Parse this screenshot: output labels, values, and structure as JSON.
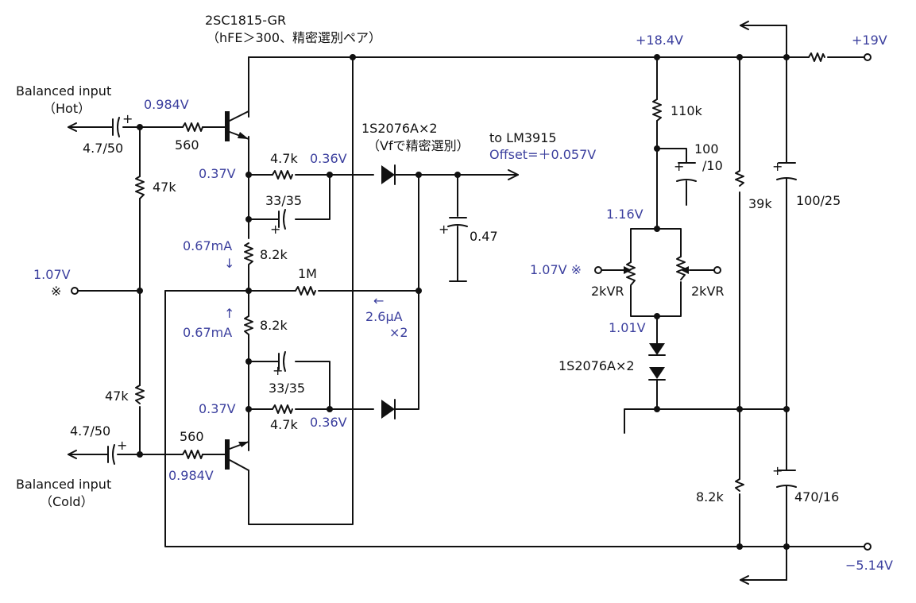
{
  "transistor": {
    "part": "2SC1815-GR",
    "note": "（hFE＞300、精密選別ペア）"
  },
  "inputs": {
    "hot_line1": "Balanced input",
    "hot_line2": "（Hot）",
    "cold_line1": "Balanced input",
    "cold_line2": "（Cold）"
  },
  "components": {
    "c_in_hot": "4.7/50",
    "c_in_cold": "4.7/50",
    "r_base_hot": "560",
    "r_base_cold": "560",
    "r_bias_top": "47k",
    "r_bias_bot": "47k",
    "r_em_hot": "4.7k",
    "r_em_cold": "4.7k",
    "c_em_hot": "33/35",
    "c_em_cold": "33/35",
    "r_tail_top": "8.2k",
    "r_tail_bot": "8.2k",
    "r_fb": "1M",
    "diodes": "1S2076A×2",
    "diodes_note": "（Vfで精密選別）",
    "c_out": "0.47",
    "r_div_top": "110k",
    "c_div_1": "100",
    "c_div_2": "/10",
    "vr_left": "2kVR",
    "vr_right": "2kVR",
    "ref_diodes": "1S2076A×2",
    "r_39k": "39k",
    "c_100_25": "100/25",
    "r_8k2_neg": "8.2k",
    "c_470_16": "470/16"
  },
  "output": {
    "to": "to LM3915",
    "offset": "Offset=＋0.057V"
  },
  "values": {
    "v_base_hot": "0.984V",
    "v_base_cold": "0.984V",
    "v_em_hot": "0.37V",
    "v_em_cold": "0.37V",
    "v_out_hot": "0.36V",
    "v_out_cold": "0.36V",
    "i_top": "0.67mA",
    "i_top_arrow": "↓",
    "i_bot": "0.67mA",
    "i_bot_arrow": "↑",
    "v_ref_in": "1.07V",
    "ref_mark": "※",
    "v_ref_vr": "1.07V ※",
    "i_fb_arrow": "←",
    "i_fb": "2.6μA",
    "i_fb_mult": "×2",
    "v_supply_pos": "+18.4V",
    "v_supply_in": "+19V",
    "v_supply_neg": "−5.14V",
    "v_vr_top": "1.16V",
    "v_vr_bot": "1.01V"
  },
  "plus": "+"
}
